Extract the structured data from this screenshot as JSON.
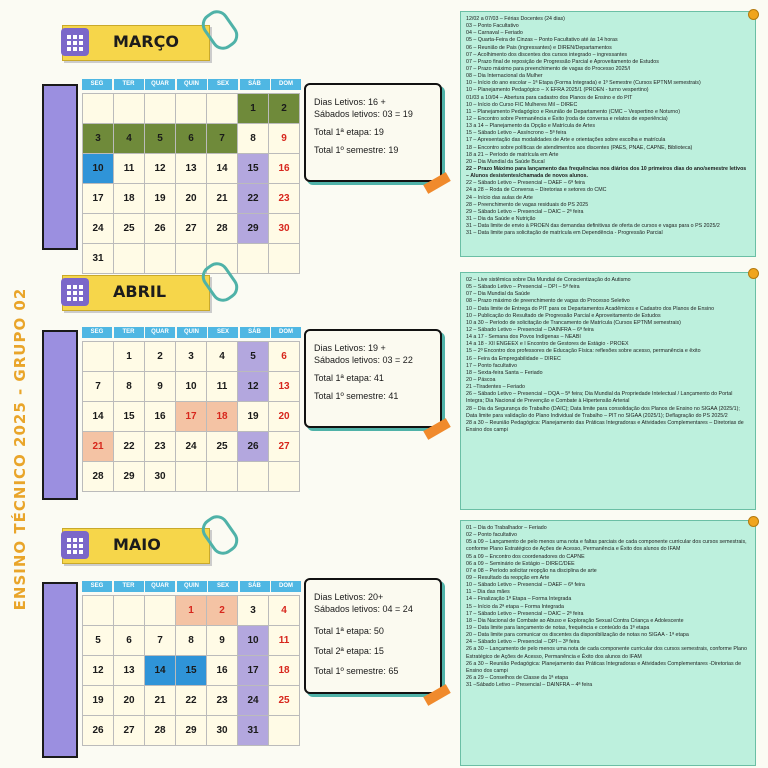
{
  "page": {
    "side_title": "ENSINO TÉCNICO  2025 - GRUPO 02"
  },
  "weekdays": [
    "SEG",
    "TER",
    "QUAR",
    "QUIN",
    "SEX",
    "SÁB",
    "DOM"
  ],
  "colors": {
    "accent_yellow": "#f6d64a",
    "accent_green": "#6f8a3a",
    "accent_blue": "#2f94d8",
    "accent_lavender": "#b3a7de",
    "accent_peach": "#f4c3a4",
    "notes_bg": "#bdf0dd"
  },
  "months": [
    {
      "name": "MARÇO",
      "weeks": [
        [
          {
            "d": ""
          },
          {
            "d": ""
          },
          {
            "d": ""
          },
          {
            "d": ""
          },
          {
            "d": ""
          },
          {
            "d": "1",
            "s": "green"
          },
          {
            "d": "2",
            "s": "green",
            "r": true
          }
        ],
        [
          {
            "d": "3",
            "s": "green"
          },
          {
            "d": "4",
            "s": "green",
            "r": true
          },
          {
            "d": "5",
            "s": "green"
          },
          {
            "d": "6",
            "s": "green"
          },
          {
            "d": "7",
            "s": "green"
          },
          {
            "d": "8"
          },
          {
            "d": "9",
            "r": true
          }
        ],
        [
          {
            "d": "10",
            "s": "blue"
          },
          {
            "d": "11"
          },
          {
            "d": "12"
          },
          {
            "d": "13"
          },
          {
            "d": "14"
          },
          {
            "d": "15",
            "s": "lav"
          },
          {
            "d": "16",
            "r": true
          }
        ],
        [
          {
            "d": "17"
          },
          {
            "d": "18"
          },
          {
            "d": "19"
          },
          {
            "d": "20"
          },
          {
            "d": "21"
          },
          {
            "d": "22",
            "s": "lav"
          },
          {
            "d": "23",
            "r": true
          }
        ],
        [
          {
            "d": "24"
          },
          {
            "d": "25"
          },
          {
            "d": "26"
          },
          {
            "d": "27"
          },
          {
            "d": "28"
          },
          {
            "d": "29",
            "s": "lav"
          },
          {
            "d": "30",
            "r": true
          }
        ],
        [
          {
            "d": "31"
          },
          {
            "d": ""
          },
          {
            "d": ""
          },
          {
            "d": ""
          },
          {
            "d": ""
          },
          {
            "d": ""
          },
          {
            "d": ""
          }
        ]
      ],
      "summary": [
        "Dias Letivos: 16 +",
        "Sábados letivos: 03 = 19",
        "Total 1ª etapa: 19",
        "Total 1º semestre: 19"
      ],
      "notes": [
        "12/02 a 07/03 – Férias Docentes (24 dias)",
        "03 – Ponto Facultativo",
        "04 – Carnaval – Feriado",
        "05 – Quarta-Feira de Cinzas – Ponto Facultativo até às 14 horas",
        "06 – Reunião de Pais (ingressantes) e DIREN/Departamentos",
        "07 – Acolhimento dos discentes dos cursos integrado – ingressantes",
        "07 – Prazo final de reposição de Progressão Parcial e Aproveitamento de Estudos",
        "07 – Prazo máximo para preenchimento de vagas do Processo 2025/I",
        "08 – Dia Internacional da Mulher",
        "10 – Início do ano escolar – 1ª Etapa (Forma Integrada) e 1º Semestre (Cursos EPTNM semestrais)",
        "10 – Planejamento Pedagógico – X EFRA 2025/1 (PROEN - turno vespertino)",
        "01/03 a 10/04 – Abertura para cadastro dos Planos de Ensino e do PIT",
        "10 – Início do Curso FIC Mulheres Mil – DIREC",
        "11 – Planejamento Pedagógico e Reunião de Departamento (CMC – Vespertino e Noturno)",
        "12 – Encontro sobre Permanência e Êxito (roda de conversa e relatos de experiência)",
        "13 a 14 – Planejamento da Opção e Matrícula de Artes",
        "15 – Sábado Letivo – Assíncrono – 5ª feira",
        "17 – Apresentação das modalidades de Arte e orientações sobre escolha e matrícula",
        "18 – Encontro sobre políticas de atendimentos aos discentes (PAES, PNAE, CAPNE, Biblioteca)",
        "18 a 21 – Período de matrícula em Arte",
        "20 – Dia Mundial da Saúde Bucal",
        "22 – Prazo Máximo para lançamento das frequências nos diários dos 10 primeiros dias do ano/semestre letivos – Alunos desistentes/chamada de novos alunos.",
        "22 – Sábado Letivo – Presencial – DAEF – 6ª feira",
        "24 a 28 – Roda de Conversa – Diretorias e setores do CMC",
        "24 – Início das aulas de Arte",
        "28 – Preenchimento de vagas residuais do PS 2025",
        "29 – Sábado Letivo – Presencial – DAIC – 2ª feira",
        "31 – Dia da Saúde e Nutrição",
        "31 – Data limite de envio à PROEN das demandas definitivas de oferta de cursos e vagas para o PS 2025/2",
        "31 – Data limite para solicitação de matrícula em Dependência - Progressão Parcial"
      ],
      "bold_note": 21
    },
    {
      "name": "ABRIL",
      "weeks": [
        [
          {
            "d": ""
          },
          {
            "d": "1"
          },
          {
            "d": "2"
          },
          {
            "d": "3"
          },
          {
            "d": "4"
          },
          {
            "d": "5",
            "s": "lav"
          },
          {
            "d": "6",
            "r": true
          }
        ],
        [
          {
            "d": "7"
          },
          {
            "d": "8"
          },
          {
            "d": "9"
          },
          {
            "d": "10"
          },
          {
            "d": "11"
          },
          {
            "d": "12",
            "s": "lav"
          },
          {
            "d": "13",
            "r": true
          }
        ],
        [
          {
            "d": "14"
          },
          {
            "d": "15"
          },
          {
            "d": "16"
          },
          {
            "d": "17",
            "s": "peach",
            "r": true
          },
          {
            "d": "18",
            "s": "peach",
            "r": true
          },
          {
            "d": "19"
          },
          {
            "d": "20",
            "r": true
          }
        ],
        [
          {
            "d": "21",
            "s": "peach",
            "r": true
          },
          {
            "d": "22"
          },
          {
            "d": "23"
          },
          {
            "d": "24"
          },
          {
            "d": "25"
          },
          {
            "d": "26",
            "s": "lav"
          },
          {
            "d": "27",
            "r": true
          }
        ],
        [
          {
            "d": "28"
          },
          {
            "d": "29"
          },
          {
            "d": "30"
          },
          {
            "d": ""
          },
          {
            "d": ""
          },
          {
            "d": ""
          },
          {
            "d": ""
          }
        ]
      ],
      "summary": [
        "Dias Letivos: 19 +",
        "Sábados letivos: 03 = 22",
        "Total 1ª etapa: 41",
        "Total 1º semestre: 41"
      ],
      "notes": [
        "02 – Live sistêmica sobre Dia Mundial de Conscientização do Autismo",
        "05 – Sábado Letivo – Presencial – DPI – 5ª feira",
        "07 – Dia Mundial da Saúde",
        "08 – Prazo máximo de preenchimento de vagas do Processo Seletivo",
        "10 – Data limite de Entrega do PIT para os Departamentos Acadêmicos e Cadastro dos Planos de Ensino",
        "10 – Publicação do Resultado de Progressão Parcial e Aproveitamento de Estudos",
        "10 a 30 – Período de solicitação de Trancamento de Matrícula (Cursos EPTNM semestrais)",
        "12 – Sábado Letivo – Presencial – DAINFRA – 6ª feira",
        "14 a 17 - Semana dos Povos Indígenas – NEABI",
        "14 a 18 - XII ENGEEX e I Encontro de Gestores de Estágio - PROEX",
        "15 – 2º Encontro dos professores de Educação Física: reflexões sobre acesso, permanência e êxito",
        "16 – Feira da Empregabilidade – DIREC",
        "17 – Ponto facultativo",
        "18 – Sexta-feira Santa – Feriado",
        "20 – Páscoa",
        "21 –Tiradentes – Feriado",
        "26 – Sábado Letivo – Presencial – DQA – 5ª feira; Dia Mundial da Propriedade Intelectual / Lançamento do Portal Integra; Dia Nacional de Prevenção e Combate à Hipertensão Arterial",
        "28 – Dia da Segurança do Trabalho (DAIC); Data limite para consolidação dos Planos de Ensino no SIGAA (2025/1); Data limite para validação do Plano Individual de Trabalho – PIT no SIGAA (2025/1); Deflagração do PS 2025/2",
        "28 a 30 – Reunião Pedagógica: Planejamento das Práticas Integradoras e Atividades Complementares – Diretorias de Ensino dos campi"
      ],
      "bold_note": -1
    },
    {
      "name": "MAIO",
      "weeks": [
        [
          {
            "d": ""
          },
          {
            "d": ""
          },
          {
            "d": ""
          },
          {
            "d": "1",
            "s": "peach",
            "r": true
          },
          {
            "d": "2",
            "s": "peach",
            "r": true
          },
          {
            "d": "3"
          },
          {
            "d": "4",
            "r": true
          }
        ],
        [
          {
            "d": "5"
          },
          {
            "d": "6"
          },
          {
            "d": "7"
          },
          {
            "d": "8"
          },
          {
            "d": "9"
          },
          {
            "d": "10",
            "s": "lav"
          },
          {
            "d": "11",
            "r": true
          }
        ],
        [
          {
            "d": "12"
          },
          {
            "d": "13"
          },
          {
            "d": "14",
            "s": "blue"
          },
          {
            "d": "15",
            "s": "blue"
          },
          {
            "d": "16"
          },
          {
            "d": "17",
            "s": "lav"
          },
          {
            "d": "18",
            "r": true
          }
        ],
        [
          {
            "d": "19"
          },
          {
            "d": "20"
          },
          {
            "d": "21"
          },
          {
            "d": "22"
          },
          {
            "d": "23"
          },
          {
            "d": "24",
            "s": "lav"
          },
          {
            "d": "25",
            "r": true
          }
        ],
        [
          {
            "d": "26"
          },
          {
            "d": "27"
          },
          {
            "d": "28"
          },
          {
            "d": "29"
          },
          {
            "d": "30"
          },
          {
            "d": "31",
            "s": "lav"
          },
          {
            "d": ""
          }
        ]
      ],
      "summary": [
        "Dias Letivos: 20+",
        "Sábados letivos: 04 = 24",
        "Total 1ª etapa: 50",
        "Total 2ª etapa: 15",
        "Total 1º semestre: 65"
      ],
      "notes": [
        "01 – Dia do Trabalhador – Feriado",
        "02 – Ponto facultativo",
        "05 a 09 – Lançamento de pelo menos uma nota e faltas parciais de cada componente curricular dos cursos semestrais, conforme Plano Estratégico de Ações de Acesso, Permanência e Êxito dos alunos do IFAM",
        "05 a 09 – Encontro dos coordenadores do CAPNE",
        "06 a 09 – Seminário de Estágio – DIREC/DEE",
        "07 e 08 – Período solicitar reopção na disciplina de arte",
        "09 – Resultado da reopção em Arte",
        "10 – Sábado Letivo – Presencial – DAEF – 6ª feira",
        "11 – Dia das mães",
        "14 – Finalização 1ª Etapa – Forma Integrada",
        "15 – Início da 2ª etapa – Forma Integrada",
        "17 – Sábado Letivo – Presencial – DAIC – 2ª feira",
        "18 – Dia Nacional de Combate ao Abuso e Exploração Sexual Contra Criança e Adolescente",
        "19 – Data limite para lançamento de notas, frequência e conteúdo da 1ª etapa",
        "20 – Data limite para comunicar os discentes da disponibilização de notas no SIGAA - 1ª etapa",
        "24 – Sábado Letivo – Presencial – DPI – 3ª feira",
        "26 a 30 – Lançamento de pelo menos uma nota de cada componente curricular dos cursos semestrais, conforme Plano Estratégico de Ações de Acesso, Permanência e Êxito dos alunos do IFAM",
        "26 a 30 – Reunião Pedagógica: Planejamento das Práticas Integradoras e Atividades Complementares -Diretorias de Ensino dos campi",
        "26 a 29 – Conselhos de Classe da 1ª etapa",
        "31 –Sábado Letivo – Presencial – DAINFRA – 4ª feira"
      ],
      "bold_note": -1
    }
  ]
}
